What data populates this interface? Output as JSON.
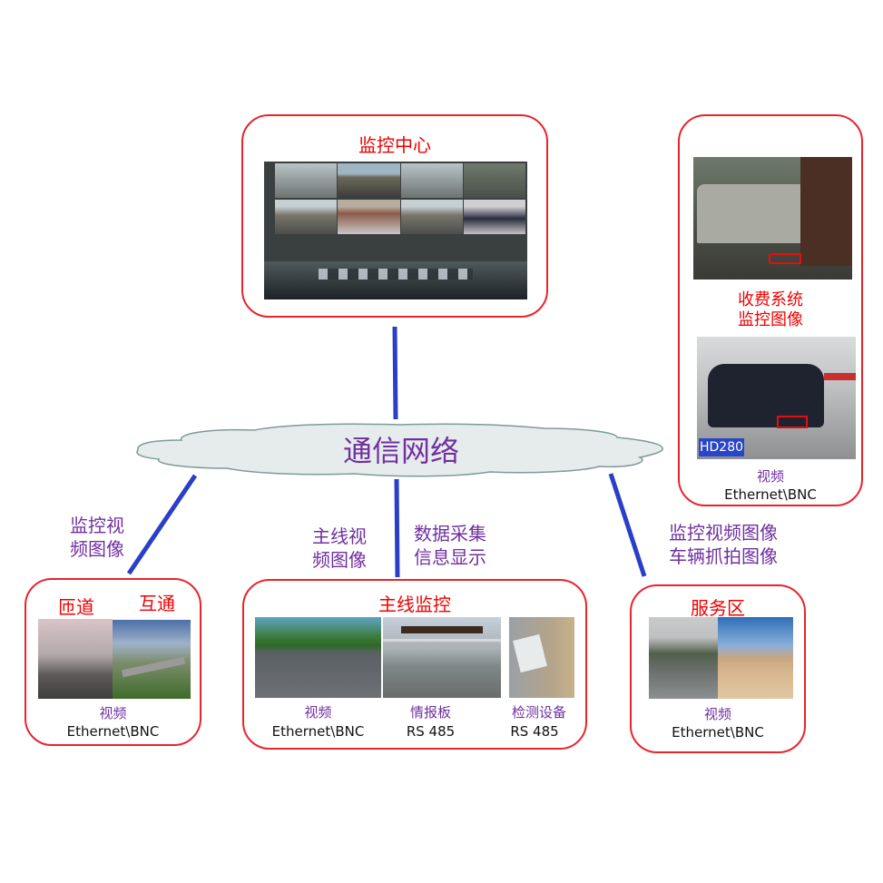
{
  "network": {
    "label": "通信网络",
    "colors": {
      "cloud_fill": "#e6ecec",
      "cloud_stroke": "#7f9a9a",
      "line": "#2a3fc8",
      "box_border": "#e8242b",
      "title_red": "#f00000",
      "label_purple": "#7030a0"
    }
  },
  "monitoring_center": {
    "title": "监控中心",
    "image": "video-wall-control-room-photo"
  },
  "toll_system": {
    "title_line1": "收费系统",
    "title_line2": "监控图像",
    "images": [
      "toll-booth-van-photo",
      "toll-booth-sedan-plate-photo"
    ],
    "plate_text": "HD280",
    "media": "视频",
    "interface": "Ethernet\\BNC"
  },
  "connections": {
    "left_label_line1": "监控视",
    "left_label_line2": "频图像",
    "center_left_label_line1": "主线视",
    "center_left_label_line2": "频图像",
    "center_right_label_line1": "数据采集",
    "center_right_label_line2": "信息显示",
    "right_label_line1": "监控视频图像",
    "right_label_line2": "车辆抓拍图像"
  },
  "ramp_box": {
    "title_left": "匝道",
    "title_right": "互通",
    "images": [
      "ramp-traffic-photo",
      "interchange-overpass-photo"
    ],
    "media": "视频",
    "interface": "Ethernet\\BNC"
  },
  "mainline_box": {
    "title": "主线监控",
    "items": [
      {
        "image": "highway-photo",
        "media": "视频",
        "interface": "Ethernet\\BNC"
      },
      {
        "image": "vms-gantry-photo",
        "media": "情报板",
        "interface": "RS 485"
      },
      {
        "image": "detector-device-photo",
        "media": "检测设备",
        "interface": "RS 485"
      }
    ]
  },
  "service_area_box": {
    "title": "服务区",
    "images": [
      "service-area-parking-photo",
      "service-area-building-photo"
    ],
    "media": "视频",
    "interface": "Ethernet\\BNC"
  }
}
